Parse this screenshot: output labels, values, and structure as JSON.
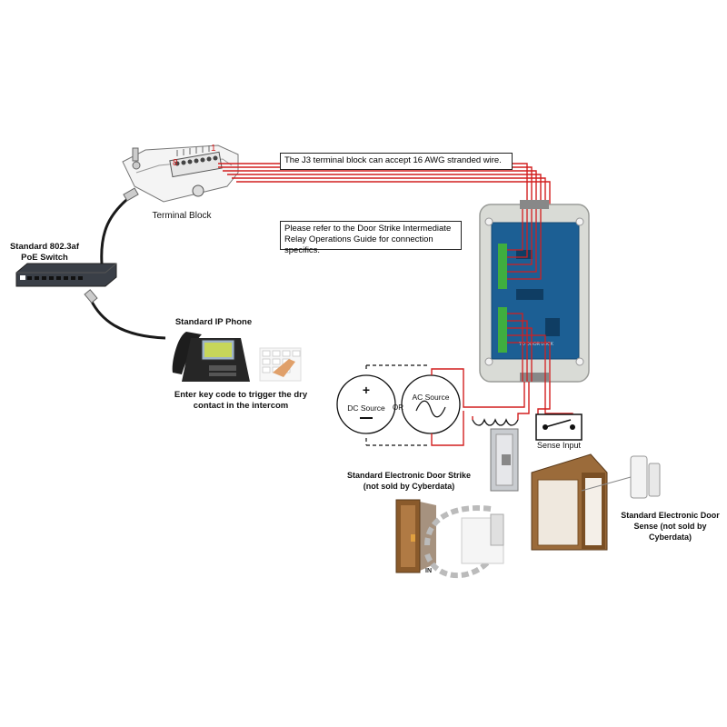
{
  "labels": {
    "terminal_block": "Terminal Block",
    "tb_num_8": "8",
    "tb_num_1": "1",
    "j3_note": "The J3 terminal block can accept 16 AWG stranded wire.",
    "relay_note": "Please refer to the Door Strike Intermediate Relay Operations Guide for connection specifics.",
    "poe_switch": "Standard 802.3af PoE Switch",
    "ip_phone": "Standard IP Phone",
    "key_code": "Enter key code to trigger the dry contact in the intercom",
    "dc_source": "DC Source",
    "or": "OR",
    "ac_source": "AC Source",
    "sense_input": "Sense Input",
    "door_strike": "Standard Electronic Door Strike (not sold by Cyberdata)",
    "door_sense": "Standard Electronic Door Sense (not sold by Cyberdata)",
    "relay_board_text": "TO DOOR LOCK",
    "door_in": "IN"
  },
  "colors": {
    "wire_red": "#d21f1f",
    "relay_blue": "#1c5f94",
    "terminal_green": "#3fae3f",
    "enclosure_grey": "#d9dbd6",
    "door_wood": "#8a5a2b"
  },
  "icons": [
    "switch-icon",
    "ethernet-cable-icon",
    "ip-phone-icon",
    "keypad-icon",
    "terminal-block-icon",
    "relay-enclosure-icon",
    "coil-icon",
    "switch-contact-icon",
    "door-strike-icon",
    "door-sense-icon",
    "door-icon"
  ]
}
